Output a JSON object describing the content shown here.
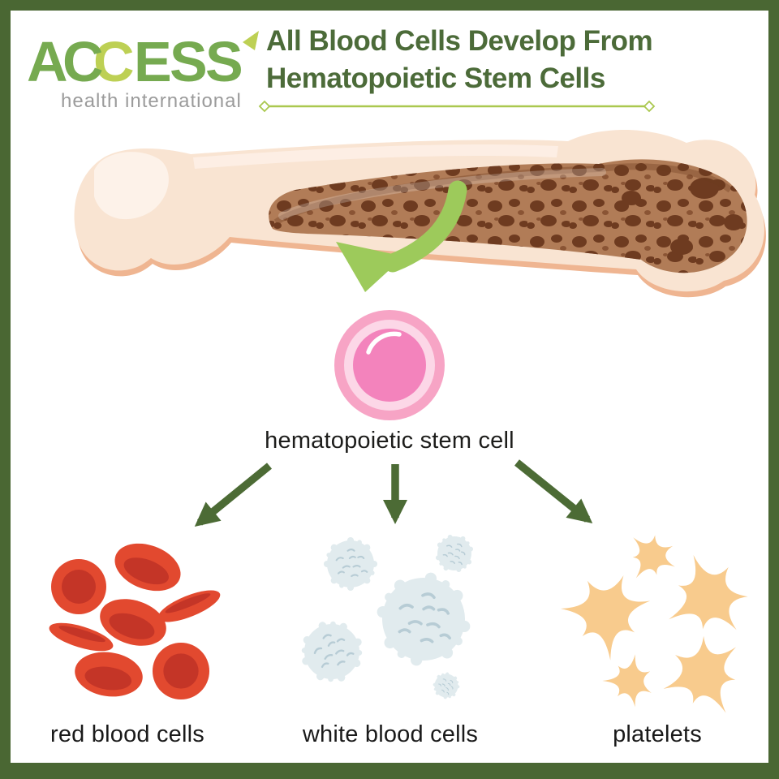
{
  "meta": {
    "background": "#ffffff",
    "border_color": "#4a6733"
  },
  "logo": {
    "letters": [
      "A",
      "C",
      "C",
      "E",
      "S",
      "S"
    ],
    "tagline": "health international",
    "green": "#76aa50",
    "light_green": "#bdd054",
    "gray": "#9b9b9b"
  },
  "title": {
    "line1": "All Blood Cells Develop From",
    "line2": "Hematopoietic Stem Cells",
    "color": "#4c6b39",
    "rule_color": "#aac84f"
  },
  "diagram": {
    "bone": {
      "name": "long bone with exposed bone marrow",
      "bone_color": "#f9e4d2",
      "bone_shadow_color": "#efb591",
      "marrow_color": "#b17c57",
      "marrow_pore_color": "#6e3b20"
    },
    "flow_arrow_color": "#9dca5b",
    "stem_cell": {
      "label": "hematopoietic stem cell",
      "outer": "#f7a4c5",
      "ring": "#fcd7e7",
      "core": "#f383bc"
    },
    "branch_arrow_color": "#4c6b35",
    "products": [
      {
        "label": "red blood cells",
        "color": "#e2492f",
        "accent": "#c43527",
        "count": 7
      },
      {
        "label": "white blood cells",
        "color": "#e1ebee",
        "accent": "#b7ccd5",
        "count": 5
      },
      {
        "label": "platelets",
        "color": "#f8cb8d",
        "count": 5
      }
    ]
  }
}
